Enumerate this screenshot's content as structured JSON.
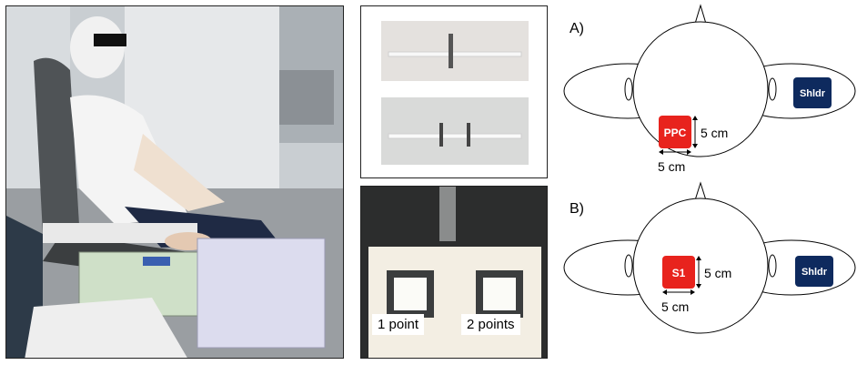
{
  "panel_a": {
    "label": "A)",
    "electrode_main": "PPC",
    "electrode_ref": "Shldr",
    "height_label": "5 cm",
    "width_label": "5 cm"
  },
  "panel_b": {
    "label": "B)",
    "electrode_main": "S1",
    "electrode_ref": "Shldr",
    "height_label": "5 cm",
    "width_label": "5 cm"
  },
  "response_box": {
    "button_left_label": "1 point",
    "button_right_label": "2 points"
  },
  "colors": {
    "electrode_main": "#e8231d",
    "electrode_ref": "#0e2a5e"
  }
}
